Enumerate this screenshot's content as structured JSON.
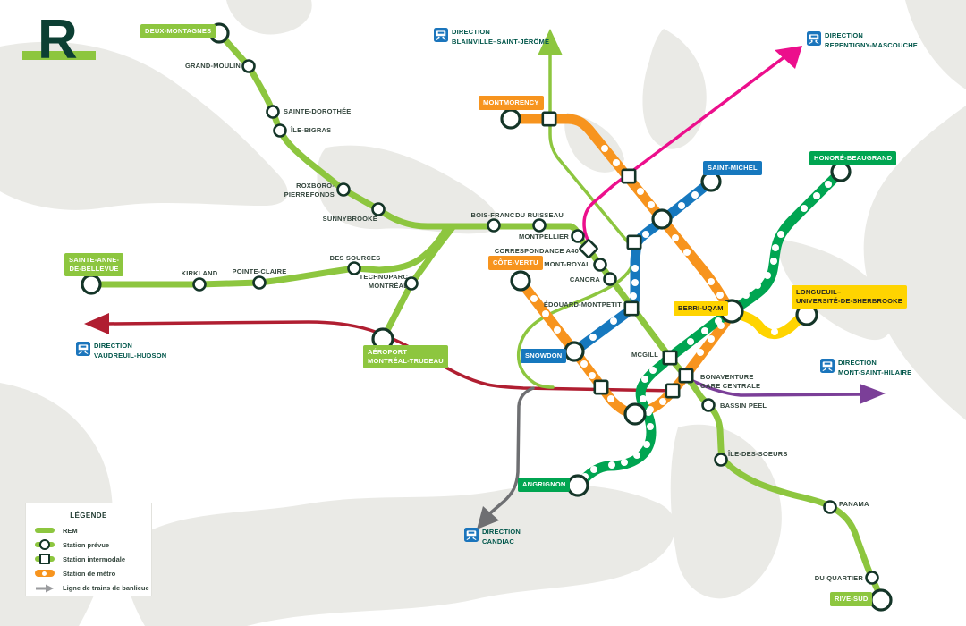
{
  "logo": {
    "letter": "R"
  },
  "colors": {
    "rem_green": "#8DC63F",
    "metro_green": "#00A551",
    "metro_orange": "#F7941E",
    "metro_blue": "#1678BE",
    "metro_yellow": "#FFD400",
    "mascouche_pink": "#EC0F8C",
    "vaudreuil_red": "#B01E31",
    "mont_saint_hilaire_purple": "#7B3F98",
    "candiac_gray": "#6E6F72",
    "direction_text": "#00564A",
    "station_text": "#33453C",
    "station_outline": "#143528",
    "land": "#EAEAE6",
    "icon_blue": "#1B75BC"
  },
  "stations": {
    "grand_moulin": "GRAND-MOULIN",
    "sainte_dorothee": "SAINTE-DOROTHÉE",
    "ile_bigras": "ÎLE-BIGRAS",
    "roxboro_1": "ROXBORO-",
    "roxboro_2": "PIERREFONDS",
    "sunnybrooke": "SUNNYBROOKE",
    "bois_franc": "BOIS-FRANC",
    "du_ruisseau": "DU RUISSEAU",
    "montpellier": "MONTPELLIER",
    "correspondance_a40": "CORRESPONDANCE A40",
    "mont_royal": "MONT-ROYAL",
    "canora": "CANORA",
    "edouard_montpetit": "ÉDOUARD-MONTPETIT",
    "mcgill": "MCGILL",
    "bonaventure_1": "BONAVENTURE",
    "bonaventure_2": "GARE CENTRALE",
    "bassin_peel": "BASSIN PEEL",
    "ile_des_soeurs": "ÎLE-DES-SOEURS",
    "panama": "PANAMA",
    "du_quartier": "DU QUARTIER",
    "kirkland": "KIRKLAND",
    "pointe_claire": "POINTE-CLAIRE",
    "des_sources": "DES SOURCES",
    "technoparc_1": "TECHNOPARC",
    "technoparc_2": "MONTRÉAL"
  },
  "boxes": {
    "deux_montagnes": "DEUX-MONTAGNES",
    "sainte_anne_1": "SAINTE-ANNE-",
    "sainte_anne_2": "DE-BELLEVUE",
    "aeroport_1": "AÉROPORT",
    "aeroport_2": "MONTRÉAL-TRUDEAU",
    "rive_sud": "RIVE-SUD",
    "montmorency": "MONTMORENCY",
    "cote_vertu": "CÔTE-VERTU",
    "saint_michel": "SAINT-MICHEL",
    "snowdon": "SNOWDON",
    "honore_beaugrand": "HONORÉ-BEAUGRAND",
    "angrignon": "ANGRIGNON",
    "berri_uqam": "BERRI-UQAM",
    "longueuil_1": "LONGUEUIL–",
    "longueuil_2": "UNIVERSITÉ-DE-SHERBROOKE"
  },
  "directions": {
    "blainville": {
      "line1": "DIRECTION",
      "line2": "BLAINVILLE–SAINT-JÉRÔME"
    },
    "repentigny": {
      "line1": "DIRECTION",
      "line2": "REPENTIGNY-MASCOUCHE"
    },
    "vaudreuil": {
      "line1": "DIRECTION",
      "line2": "VAUDREUIL-HUDSON"
    },
    "mont_saint_hilaire": {
      "line1": "DIRECTION",
      "line2": "MONT-SAINT-HILAIRE"
    },
    "candiac": {
      "line1": "DIRECTION",
      "line2": "CANDIAC"
    }
  },
  "legend": {
    "title": "LÉGENDE",
    "rem": "REM",
    "station_prevue": "Station prévue",
    "station_intermodale": "Station intermodale",
    "station_metro": "Station de métro",
    "trains_banlieue": "Ligne de trains de banlieue"
  }
}
